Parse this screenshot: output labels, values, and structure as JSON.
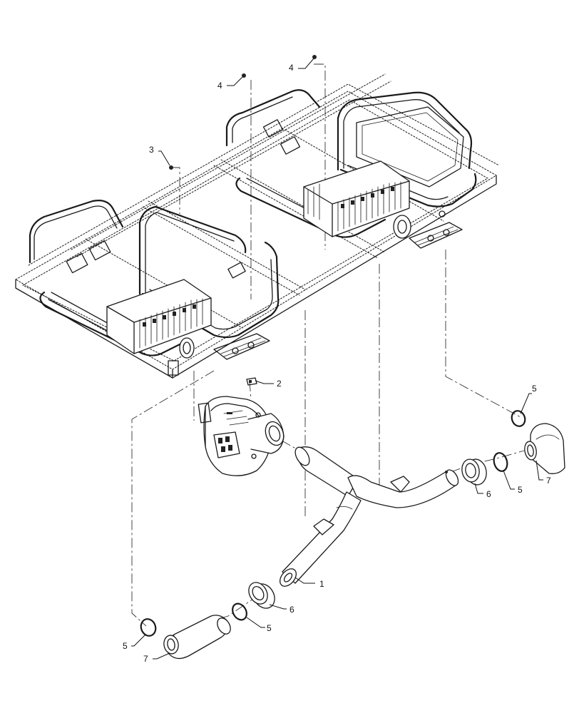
{
  "diagram": {
    "callouts": {
      "c1": "1",
      "c2": "2",
      "c3": "3",
      "c4a": "4",
      "c4b": "4",
      "c5_right_top": "5",
      "c5_right_mid": "5",
      "c5_left_mid": "5",
      "c5_left_bottom": "5",
      "c6_right": "6",
      "c6_left": "6",
      "c7_right": "7",
      "c7_left": "7"
    }
  }
}
